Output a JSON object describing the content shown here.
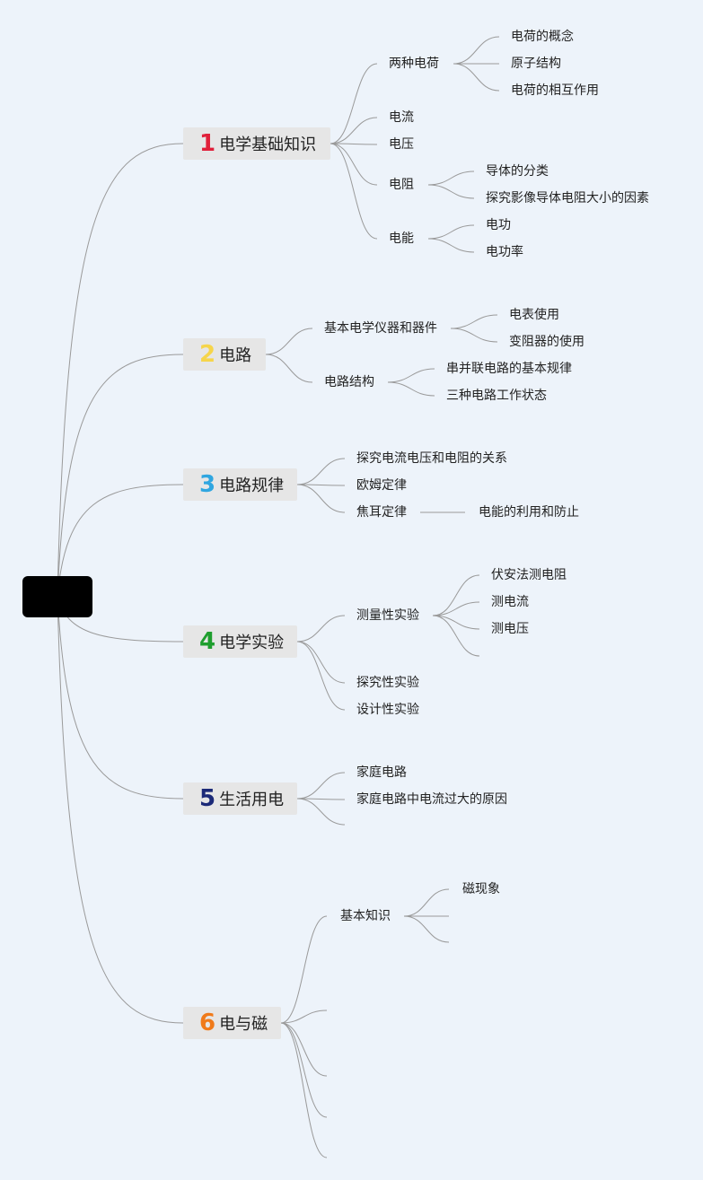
{
  "colors": {
    "background": "#edf3fa",
    "root": "#000000",
    "branch_box": "#e6e6e6",
    "line": "#9a9a9a",
    "num1": "#e0203a",
    "num2": "#f6d54a",
    "num3": "#2fa6e0",
    "num4": "#1f9e2e",
    "num5": "#1c2a78",
    "num6": "#f07a1a"
  },
  "branches": [
    {
      "num": "1",
      "label": "电学基础知识",
      "children": [
        {
          "label": "两种电荷",
          "children": [
            "电荷的概念",
            "原子结构",
            "电荷的相互作用"
          ]
        },
        {
          "label": "电流",
          "children": []
        },
        {
          "label": "电压",
          "children": []
        },
        {
          "label": "电阻",
          "children": [
            "导体的分类",
            "探究影像导体电阻大小的因素"
          ]
        },
        {
          "label": "电能",
          "children": [
            "电功",
            "电功率"
          ]
        }
      ]
    },
    {
      "num": "2",
      "label": "电路",
      "children": [
        {
          "label": "基本电学仪器和器件",
          "children": [
            "电表使用",
            "变阻器的使用"
          ]
        },
        {
          "label": "电路结构",
          "children": [
            "串并联电路的基本规律",
            "三种电路工作状态"
          ]
        }
      ]
    },
    {
      "num": "3",
      "label": "电路规律",
      "children": [
        {
          "label": "探究电流电压和电阻的关系",
          "children": []
        },
        {
          "label": "欧姆定律",
          "children": []
        },
        {
          "label": "焦耳定律",
          "children": [
            "电能的利用和防止"
          ]
        }
      ]
    },
    {
      "num": "4",
      "label": "电学实验",
      "children": [
        {
          "label": "测量性实验",
          "children": [
            "伏安法测电阻",
            "测电流",
            "测电压"
          ]
        },
        {
          "label": "探究性实验",
          "children": []
        },
        {
          "label": "设计性实验",
          "children": []
        }
      ]
    },
    {
      "num": "5",
      "label": "生活用电",
      "children": [
        {
          "label": "家庭电路",
          "children": []
        },
        {
          "label": "家庭电路中电流过大的原因",
          "children": []
        }
      ]
    },
    {
      "num": "6",
      "label": "电与磁",
      "children": [
        {
          "label": "基本知识",
          "children": [
            "磁现象"
          ]
        }
      ]
    }
  ]
}
